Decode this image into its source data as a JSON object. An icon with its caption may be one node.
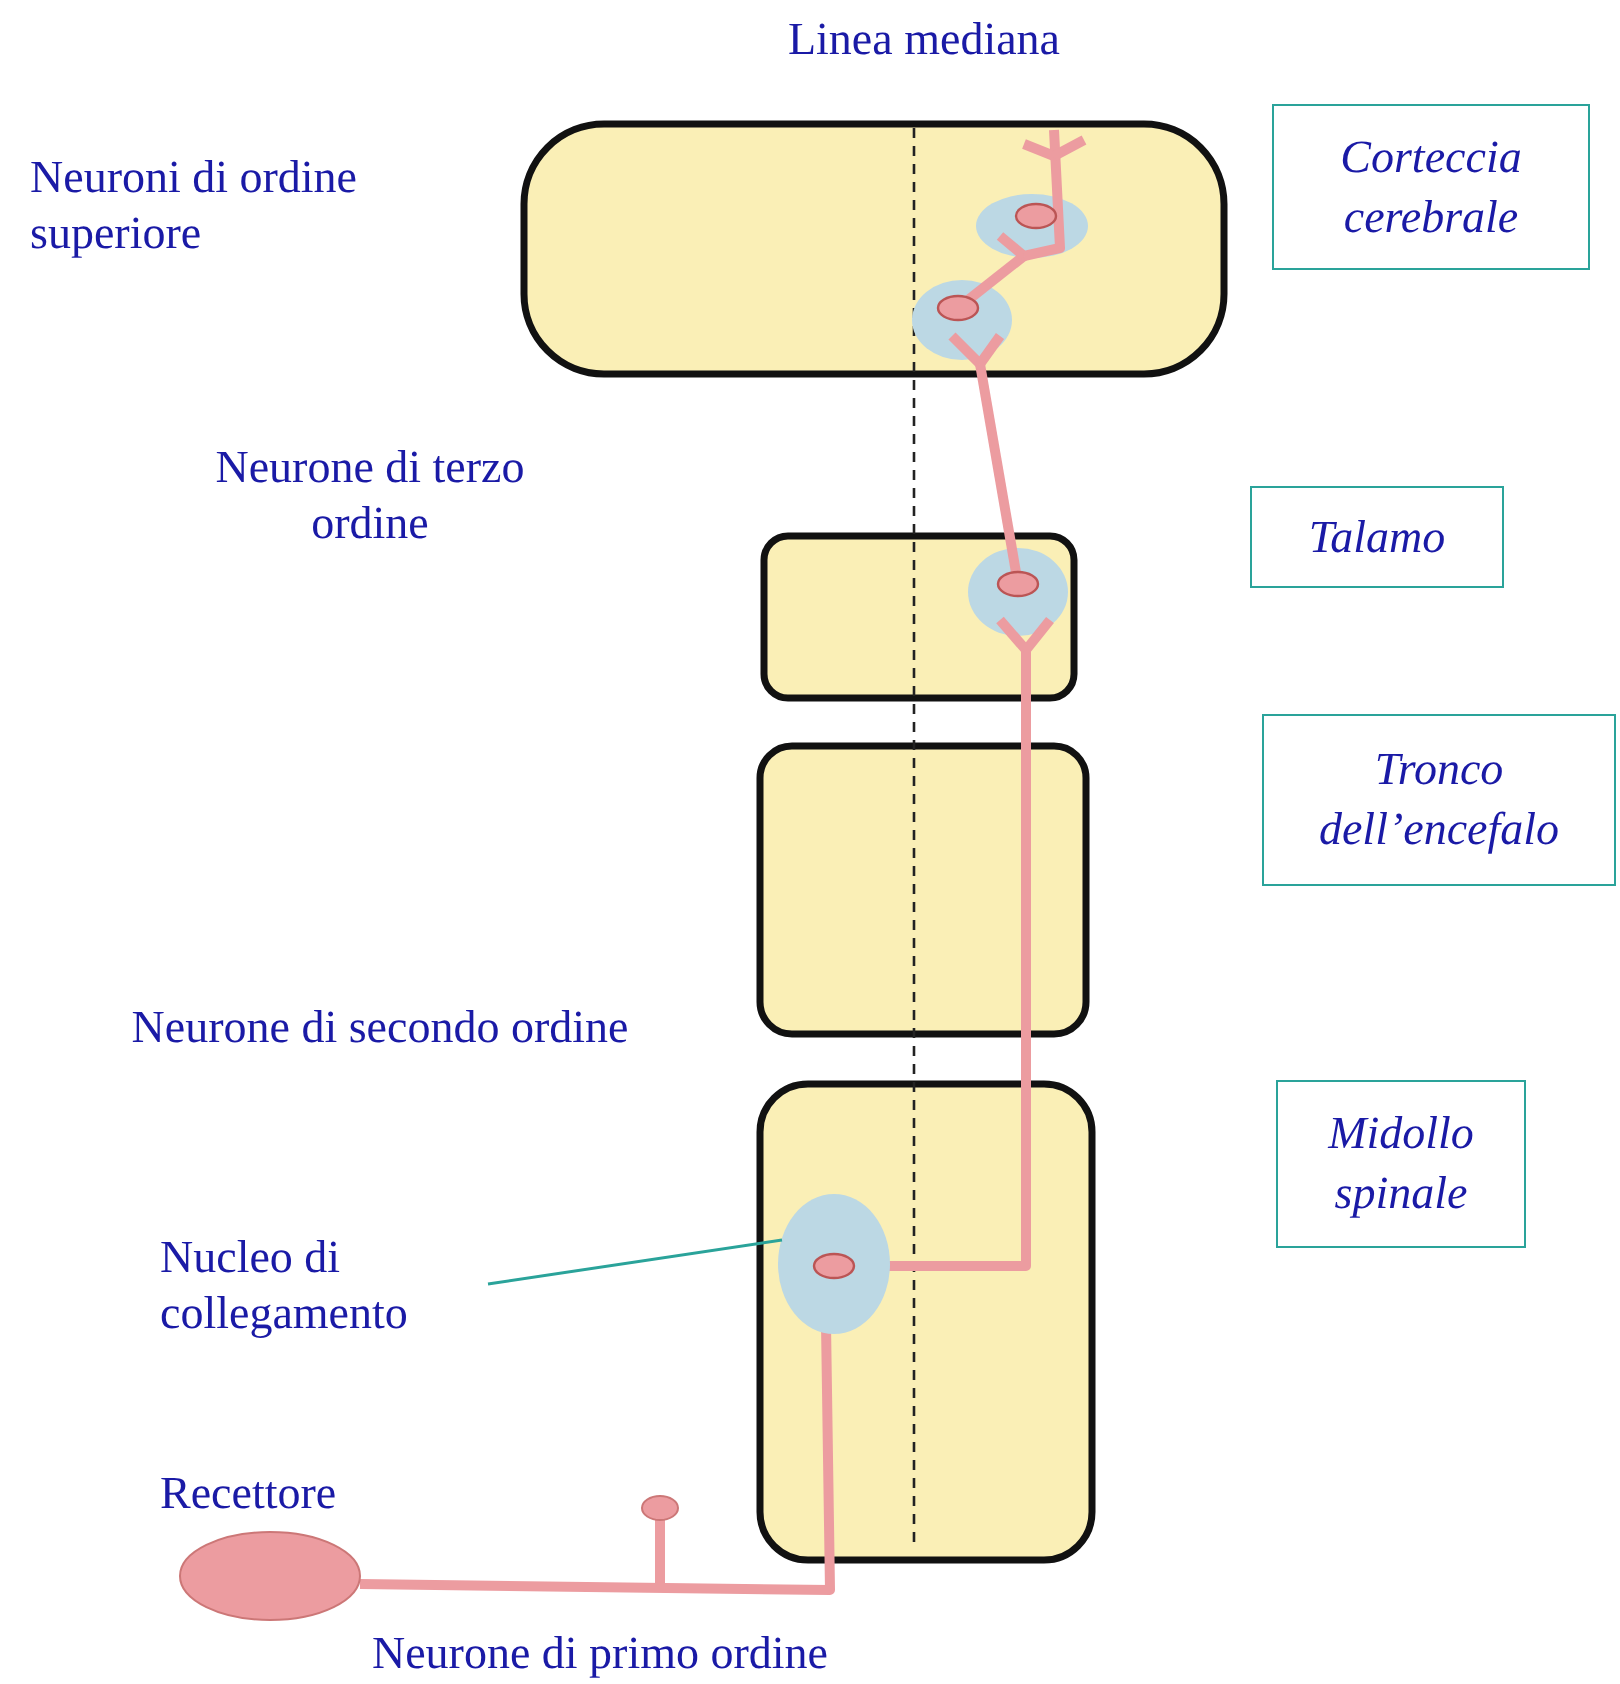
{
  "diagram": {
    "nodes": [
      {
        "text": [
          "Corteccia cerebrale"
        ]
      },
      {
        "text": [
          "Talamo"
        ]
      },
      {
        "text": [
          "Tronco dell’encefalo"
        ]
      },
      {
        "text": [
          "Midollo spinale"
        ]
      },
      {
        "text": [
          "Nucleo di collegamento"
        ]
      },
      {
        "text": [],
        "shape": "circle"
      }
    ],
    "edges": [
      {
        "from": 4,
        "to": 5,
        "arrow": "none"
      }
    ],
    "labels": [
      "Linea mediana",
      "Neuroni di ordine superiore",
      "Neurone di terzo ordine",
      "Neurone di secondo ordine",
      "Recettore",
      "Neurone di primo ordine"
    ]
  }
}
